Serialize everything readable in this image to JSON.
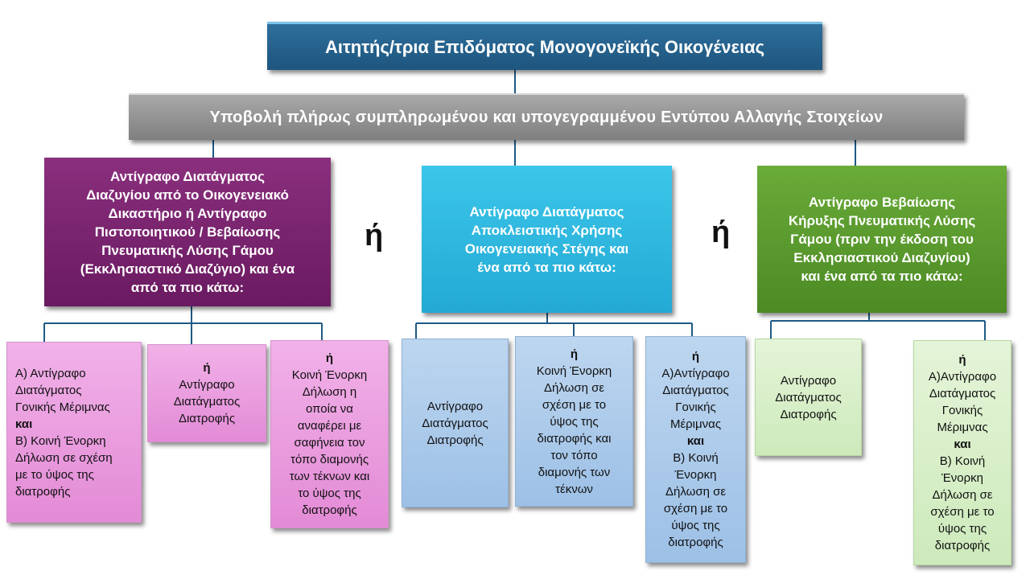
{
  "title": "Αιτητής/τρια Επιδόματος Μονογονεϊκής Οικογένειας",
  "banner": "Υποβολή πλήρως συμπληρωμένου και υπογεγραμμένου Εντύπου Αλλαγής Στοιχείων",
  "or_word": "ή",
  "categories": {
    "left": {
      "lines": [
        "Αντίγραφο Διατάγματος",
        "Διαζυγίου από το Οικογενειακό",
        "Δικαστήριο ή Αντίγραφο",
        "Πιστοποιητικού / Βεβαίωσης",
        "Πνευματικής Λύσης Γάμου",
        "(Εκκλησιαστικό Διαζύγιο) και ένα",
        "από τα πιο κάτω:"
      ],
      "color": "#7a2470"
    },
    "middle": {
      "lines": [
        "Αντίγραφο Διατάγματος",
        "Αποκλειστικής Χρήσης",
        "Οικογενειακής Στέγης και",
        "ένα από τα πιο κάτω:"
      ],
      "color": "#2eb7e0"
    },
    "right": {
      "lines": [
        "Αντίγραφο Βεβαίωσης",
        "Κήρυξης Πνευματικής Λύσης",
        "Γάμου (πριν την έκδοση του",
        "Εκκλησιαστικού Διαζυγίου)",
        "και ένα από τα πιο κάτω:"
      ],
      "color": "#5a9a2e"
    }
  },
  "leaves": {
    "l1": {
      "lines": [
        "Α) Αντίγραφο",
        "Διατάγματος",
        "Γονικής Μέριμνας",
        "και",
        "Β) Κοινή Ένορκη",
        "Δήλωση σε σχέση",
        "με το ύψος της",
        "διατροφής"
      ]
    },
    "l2": {
      "lines": [
        "ή",
        "Αντίγραφο",
        "Διατάγματος",
        "Διατροφής"
      ]
    },
    "l3": {
      "lines": [
        "ή",
        "Κοινή Ένορκη",
        "Δήλωση η",
        "οποία να",
        "αναφέρει με",
        "σαφήνεια τον",
        "τόπο διαμονής",
        "των τέκνων και",
        "το ύψος της",
        "διατροφής"
      ]
    },
    "m1": {
      "lines": [
        "Αντίγραφο",
        "Διατάγματος",
        "Διατροφής"
      ]
    },
    "m2": {
      "lines": [
        "ή",
        "Κοινή Ένορκη",
        "Δήλωση σε",
        "σχέση με το",
        "ύψος της",
        "διατροφής και",
        "τον τόπο",
        "διαμονής των",
        "τέκνων"
      ]
    },
    "m3": {
      "lines": [
        "ή",
        "Α)Αντίγραφο",
        "Διατάγματος",
        "Γονικής",
        "Μέριμνας",
        "και",
        "Β) Κοινή",
        "Ένορκη",
        "Δήλωση σε",
        "σχέση με το",
        "ύψος της",
        "διατροφής"
      ]
    },
    "r1": {
      "lines": [
        "Αντίγραφο",
        "Διατάγματος",
        "Διατροφής"
      ]
    },
    "r2": {
      "lines": [
        "ή",
        "Α)Αντίγραφο",
        "Διατάγματος",
        "Γονικής",
        "Μέριμνας",
        "και",
        "Β) Κοινή",
        "Ένορκη",
        "Δήλωση σε",
        "σχέση με το",
        "ύψος της",
        "διατροφής"
      ]
    }
  },
  "colors": {
    "title_box": "#1f5a85",
    "banner_box": "#8c8c8c",
    "connector": "#1f5a85",
    "leaf_left": "#e89ddc",
    "leaf_middle": "#a9c8ea",
    "leaf_right": "#d6efc6"
  }
}
